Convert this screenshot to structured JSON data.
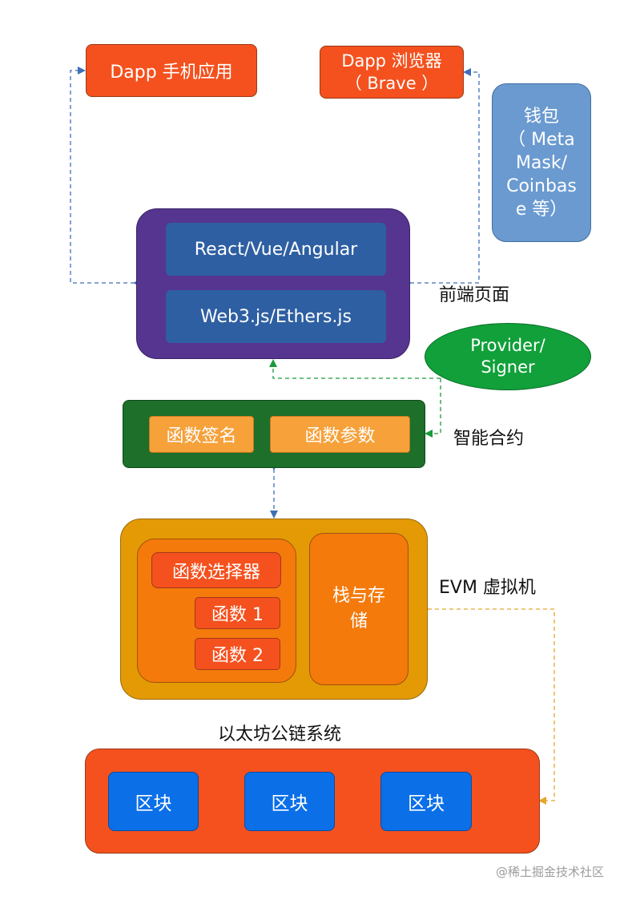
{
  "diagram": {
    "top_apps": {
      "mobile_app": "Dapp 手机应用",
      "browser_app": "Dapp 浏览器\n（ Brave ）"
    },
    "wallet": "钱包\n（ Meta\nMask/\nCoinbas\ne 等）",
    "frontend": {
      "label": "前端页面",
      "framework": "React/Vue/Angular",
      "web3_lib": "Web3.js/Ethers.js"
    },
    "provider": "Provider/\nSigner",
    "contract": {
      "label": "智能合约",
      "signature": "函数签名",
      "params": "函数参数"
    },
    "evm": {
      "label": "EVM 虚拟机",
      "selector": "函数选择器",
      "function1": "函数 1",
      "function2": "函数 2",
      "stack_storage": "栈与存\n储"
    },
    "chain": {
      "label": "以太坊公链系统",
      "blocks": [
        "区块",
        "区块",
        "区块"
      ]
    },
    "watermark": "@稀土掘金技术社区"
  },
  "colors": {
    "red_orange": "#F4511E",
    "wallet_blue": "#6A9AD0",
    "frontend_purple": "#553590",
    "frontend_inner": "#2E5FA2",
    "contract_green": "#1D6F2A",
    "provider_green": "#11A03A",
    "orange_light": "#F6A13A",
    "evm_gold": "#E39A05",
    "evm_inner": "#F47A0B",
    "selector_red": "#F4511E",
    "block_blue": "#0B6FE8",
    "line_blue": "#3F6FB6",
    "line_green": "#1D9A3C",
    "line_gold": "#E3A72C"
  }
}
